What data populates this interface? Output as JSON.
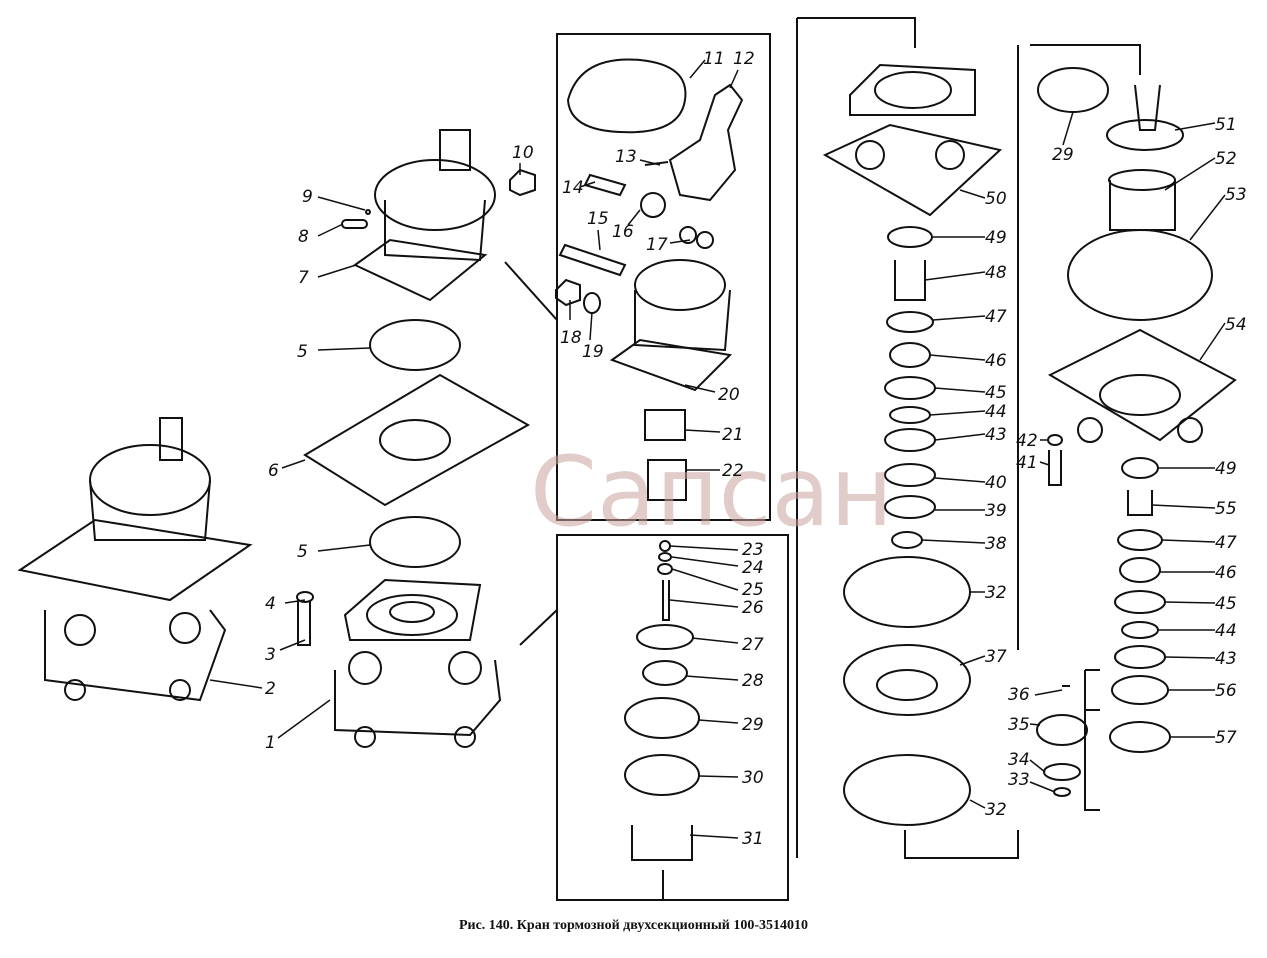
{
  "caption": "Рис. 140. Кран тормозной двухсекционный 100-3514010",
  "watermark": "Сапсан",
  "labels": [
    "1",
    "2",
    "3",
    "4",
    "5",
    "5",
    "6",
    "7",
    "8",
    "9",
    "10",
    "11",
    "12",
    "13",
    "14",
    "15",
    "16",
    "17",
    "18",
    "19",
    "20",
    "21",
    "22",
    "23",
    "24",
    "25",
    "26",
    "27",
    "28",
    "29",
    "30",
    "31",
    "32",
    "32",
    "33",
    "34",
    "35",
    "36",
    "37",
    "38",
    "39",
    "40",
    "41",
    "42",
    "43",
    "43",
    "44",
    "44",
    "45",
    "45",
    "46",
    "46",
    "47",
    "47",
    "48",
    "49",
    "49",
    "50",
    "51",
    "52",
    "53",
    "54",
    "55",
    "56",
    "57",
    "29"
  ],
  "colors": {
    "ink": "#111111",
    "watermark": "#c9a3a0"
  }
}
